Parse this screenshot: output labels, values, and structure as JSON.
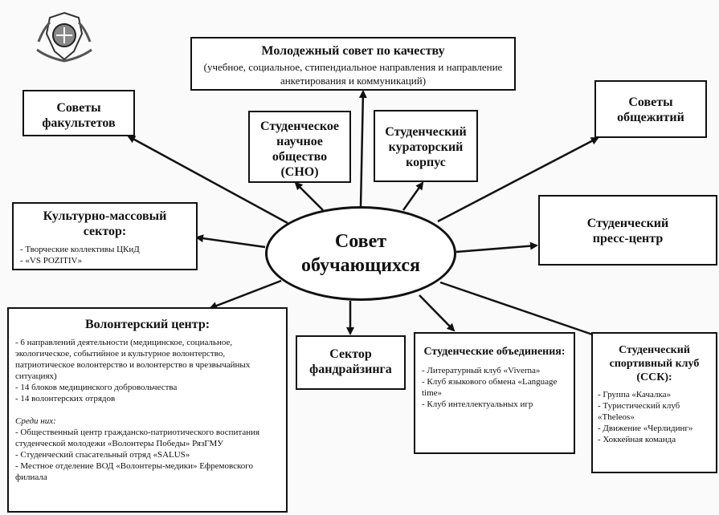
{
  "center": {
    "line1": "Совет",
    "line2": "обучающихся"
  },
  "youth_council": {
    "title": "Молодежный совет по качеству",
    "subtitle": "(учебное, социальное, стипендиальное направления и направление анкетирования и коммуникаций)"
  },
  "faculty_councils": {
    "title": "Советы факультетов"
  },
  "dorm_councils": {
    "title": "Советы общежитий"
  },
  "sno": {
    "title": "Студенческое научное общество (СНО)"
  },
  "curator": {
    "title": "Студенческий кураторский корпус"
  },
  "culture": {
    "title": "Культурно-массовый сектор:",
    "items": [
      "- Творческие коллективы ЦКиД",
      "- «VS POZITIV»"
    ]
  },
  "press": {
    "title": "Студенческий пресс-центр"
  },
  "volunteer": {
    "title": "Волонтерский центр:",
    "items": [
      "- 6 направлений деятельности (медицинское, социальное, экологическое, событийное и культурное волонтерство, патриотическое волонтерство и волонтерство в чрезвычайных ситуациях)",
      "- 14 блоков медицинского добровольчества",
      "- 14 волонтерских отрядов"
    ],
    "among_label": "Среди них:",
    "among_items": [
      "- Общественный центр гражданско-патриотического воспитания студенческой молодежи «Волонтеры Победы» РязГМУ",
      "- Студенческий спасательный отряд «SALUS»",
      "- Местное отделение ВОД «Волонтеры-медики» Ефремовского филиала"
    ]
  },
  "fundraising": {
    "title": "Сектор фандрайзинга"
  },
  "associations": {
    "title": "Студенческие объединения:",
    "items": [
      "- Литературный клуб «Viverna»",
      "- Клуб языкового обмена «Language time»",
      "- Клуб интеллектуальных игр"
    ]
  },
  "sport": {
    "title": "Студенческий спортивный клуб (ССК):",
    "items": [
      "- Группа «Качалка»",
      "- Туристический клуб «Theleos»",
      "- Движение «Черлидинг»",
      "- Хоккейная команда"
    ]
  },
  "logo": {
    "icon": "university-emblem-icon"
  }
}
